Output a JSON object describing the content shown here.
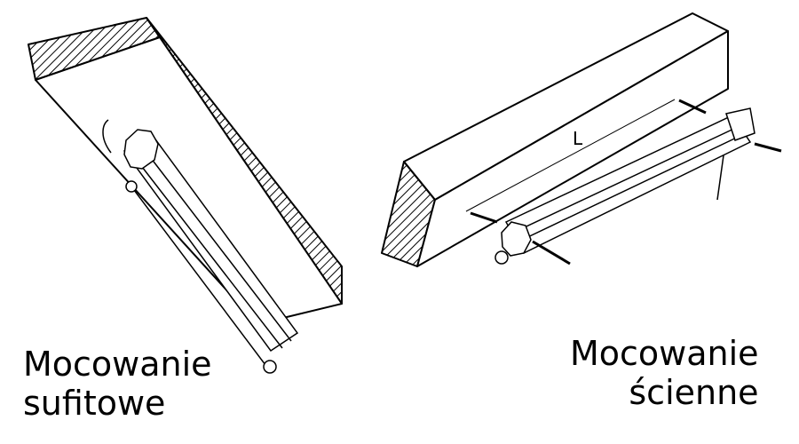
{
  "left_caption": {
    "line1": "Mocowanie",
    "line2": "sufitowe"
  },
  "right_caption": {
    "line1": "Mocowanie",
    "line2": "ścienne"
  },
  "dimension_label": "L"
}
